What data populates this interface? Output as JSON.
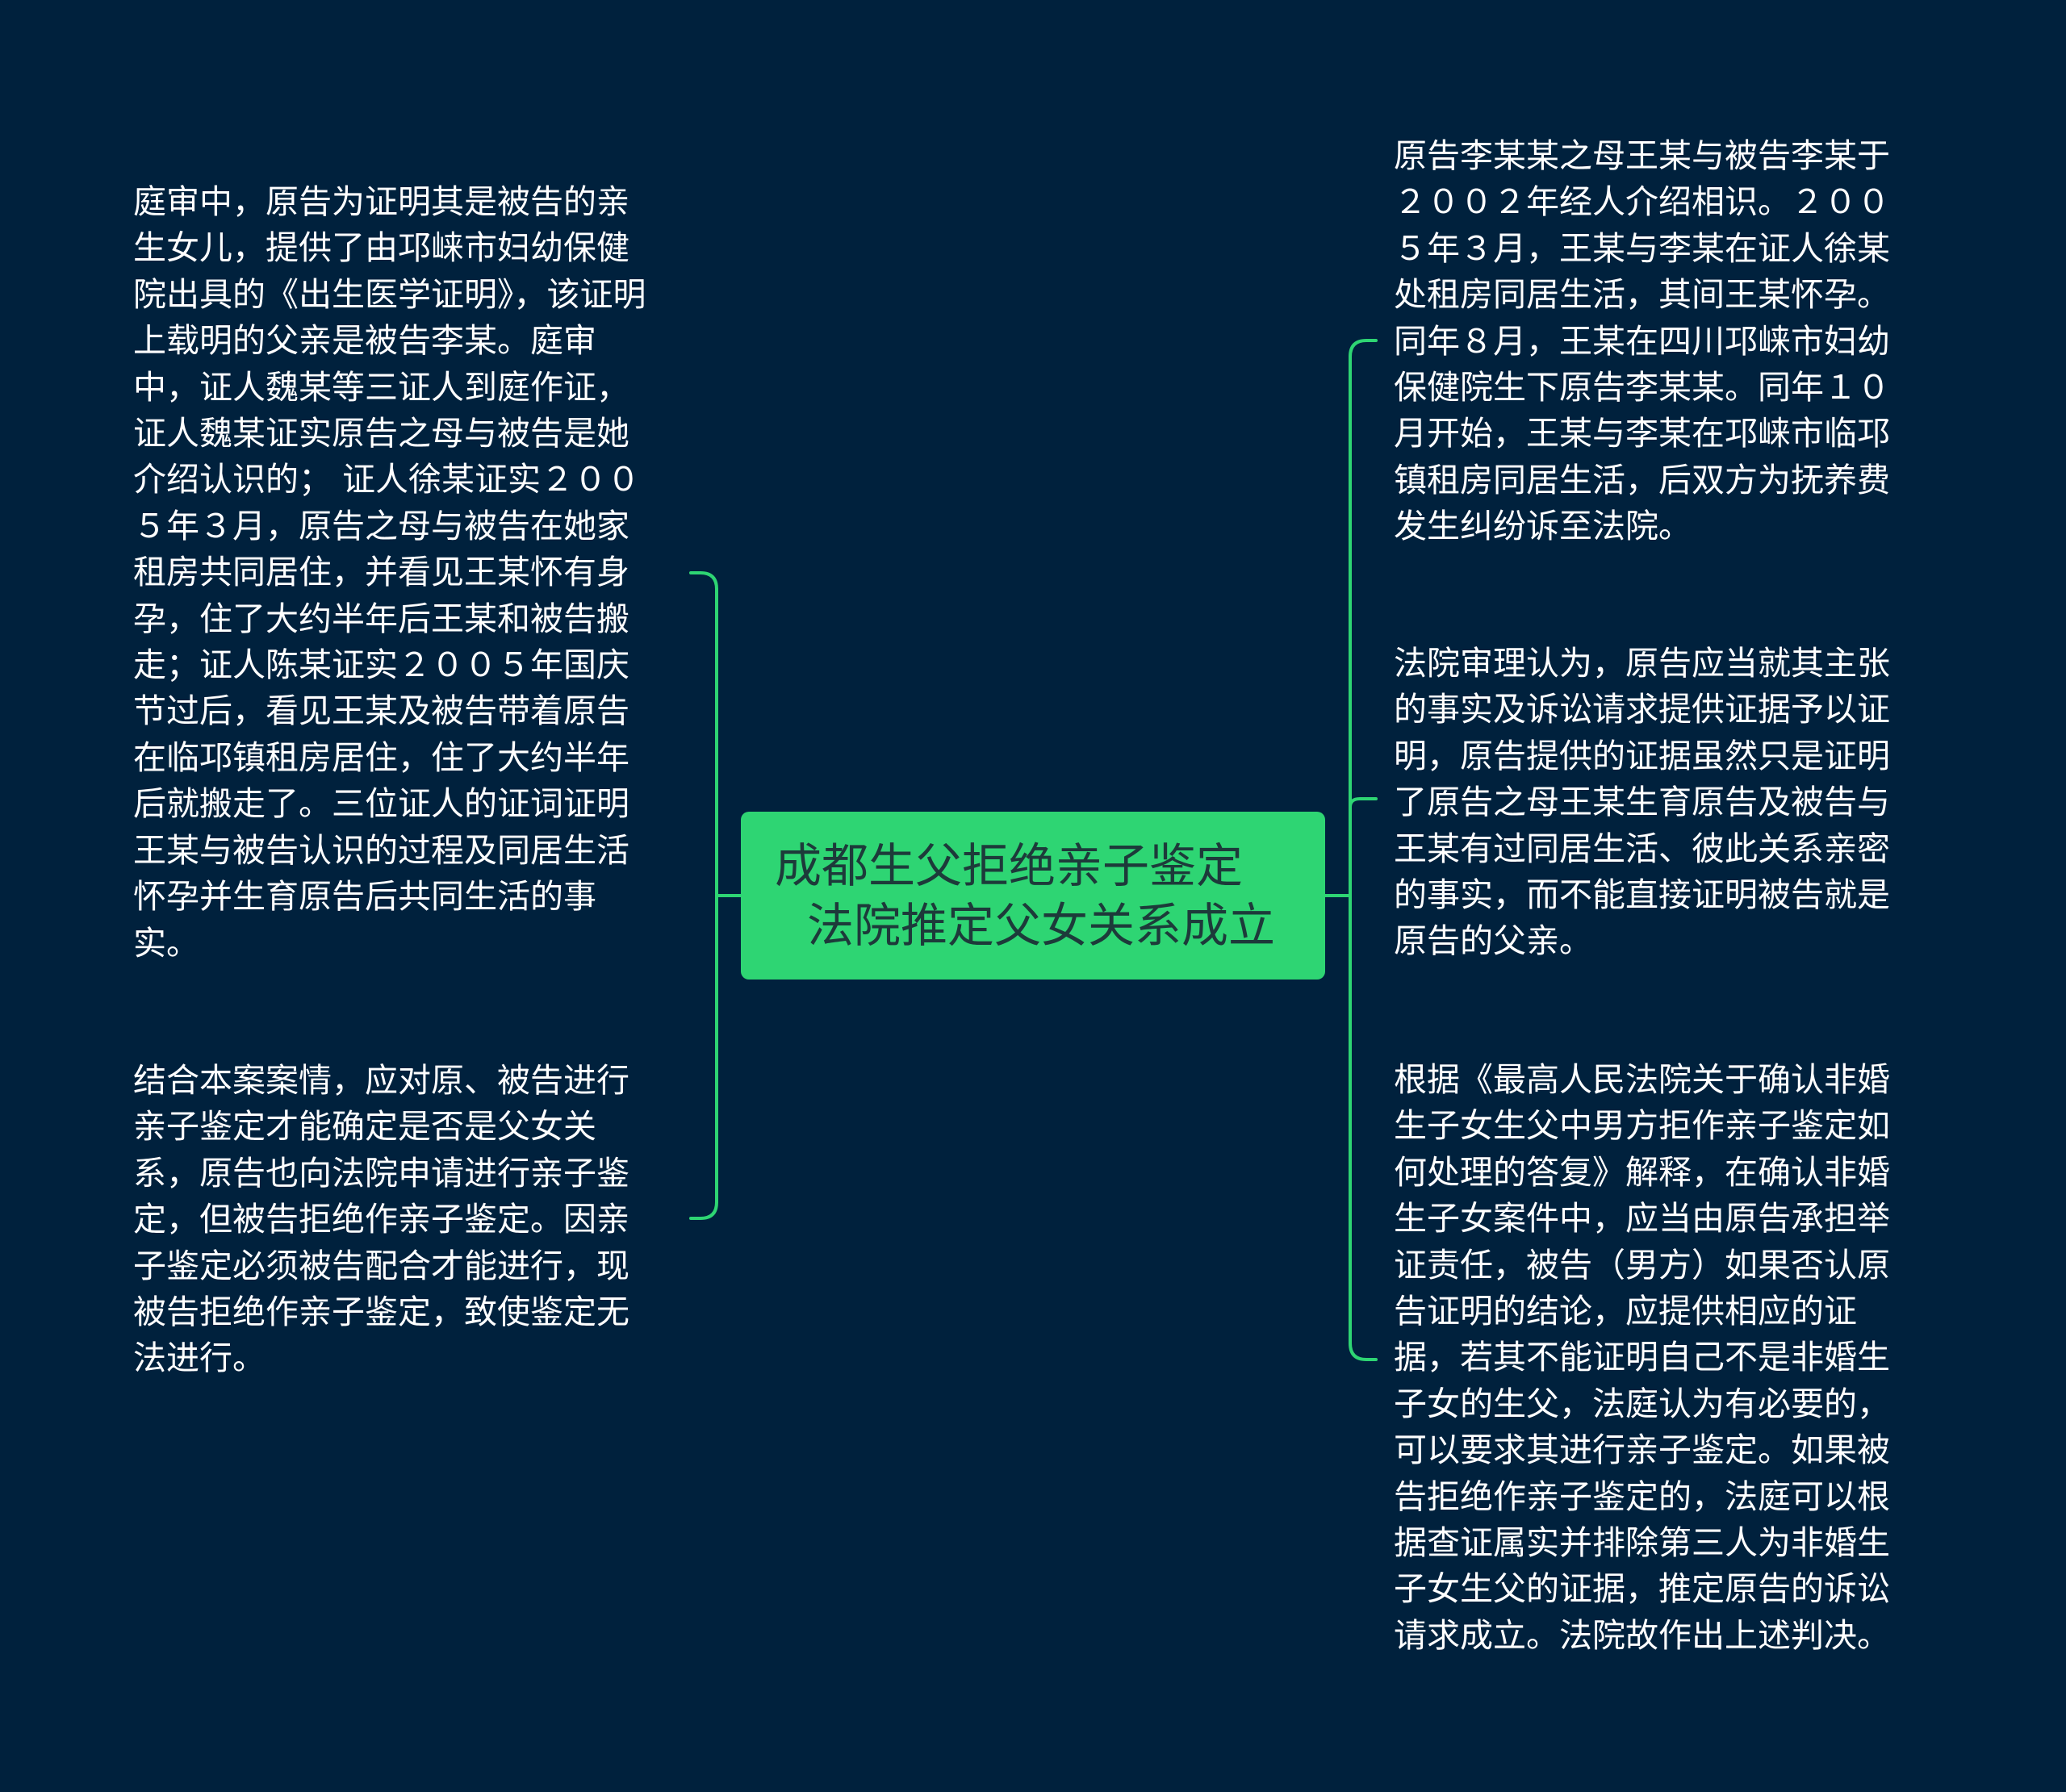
{
  "colors": {
    "background": "#00213d",
    "center_node": "#2ed573",
    "connector": "#2ed573",
    "text": "#ffffff"
  },
  "center": {
    "line1": "成都生父拒绝亲子鉴定",
    "line2": "法院推定父女关系成立"
  },
  "left_nodes": [
    {
      "text": "庭审中，原告为证明其是被告的亲生女儿，提供了由邛崃市妇幼保健院出具的《出生医学证明》，该证明上载明的父亲是被告李某。庭审中，证人魏某等三证人到庭作证，证人魏某证实原告之母与被告是她介绍认识的； 证人徐某证实２００５年３月，原告之母与被告在她家租房共同居住，并看见王某怀有身孕，住了大约半年后王某和被告搬走；证人陈某证实２００５年国庆节过后，看见王某及被告带着原告在临邛镇租房居住，住了大约半年后就搬走了。三位证人的证词证明王某与被告认识的过程及同居生活怀孕并生育原告后共同生活的事实。"
    },
    {
      "text": "结合本案案情，应对原、被告进行亲子鉴定才能确定是否是父女关系，原告也向法院申请进行亲子鉴定，但被告拒绝作亲子鉴定。因亲子鉴定必须被告配合才能进行，现被告拒绝作亲子鉴定，致使鉴定无法进行。"
    }
  ],
  "right_nodes": [
    {
      "text": "原告李某某之母王某与被告李某于２００２年经人介绍相识。２００５年３月，王某与李某在证人徐某处租房同居生活，其间王某怀孕。同年８月，王某在四川邛崃市妇幼保健院生下原告李某某。同年１０月开始，王某与李某在邛崃市临邛镇租房同居生活，后双方为抚养费发生纠纷诉至法院。"
    },
    {
      "text": "法院审理认为，原告应当就其主张的事实及诉讼请求提供证据予以证明，原告提供的证据虽然只是证明了原告之母王某生育原告及被告与王某有过同居生活、彼此关系亲密的事实，而不能直接证明被告就是原告的父亲。"
    },
    {
      "text": "根据《最高人民法院关于确认非婚生子女生父中男方拒作亲子鉴定如何处理的答复》解释，在确认非婚生子女案件中，应当由原告承担举证责任，被告（男方）如果否认原告证明的结论，应提供相应的证据，若其不能证明自己不是非婚生子女的生父，法庭认为有必要的，可以要求其进行亲子鉴定。如果被告拒绝作亲子鉴定的，法庭可以根据查证属实并排除第三人为非婚生子女生父的证据，推定原告的诉讼请求成立。法院故作出上述判决。"
    }
  ]
}
